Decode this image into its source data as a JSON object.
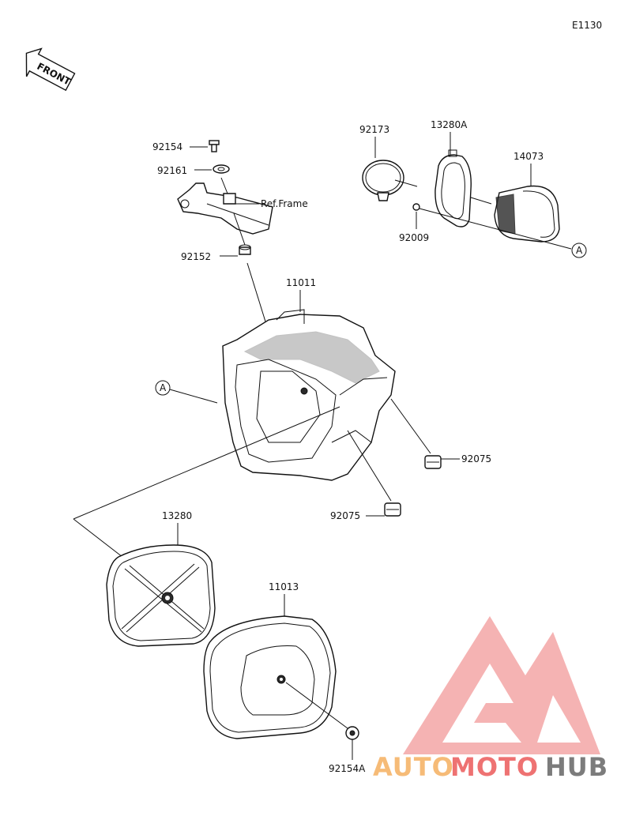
{
  "diagram_code": "E1130",
  "front_label": "FRONT",
  "ref_label": "Ref.Frame",
  "callout_letter": "A",
  "part_numbers": {
    "p92154": "92154",
    "p92161": "92161",
    "p92152": "92152",
    "p92173": "92173",
    "p13280A": "13280A",
    "p14073": "14073",
    "p92009": "92009",
    "p11011": "11011",
    "p92075a": "92075",
    "p92075b": "92075",
    "p13280": "13280",
    "p11013": "11013",
    "p92154A": "92154A"
  },
  "watermark": {
    "word_auto": "AUTO",
    "word_moto": "MOTO",
    "word_hub": "HUB",
    "color_primary": "#f0a050",
    "color_accent": "#e04040",
    "color_dark": "#555555",
    "logo_color": "#f08080"
  }
}
